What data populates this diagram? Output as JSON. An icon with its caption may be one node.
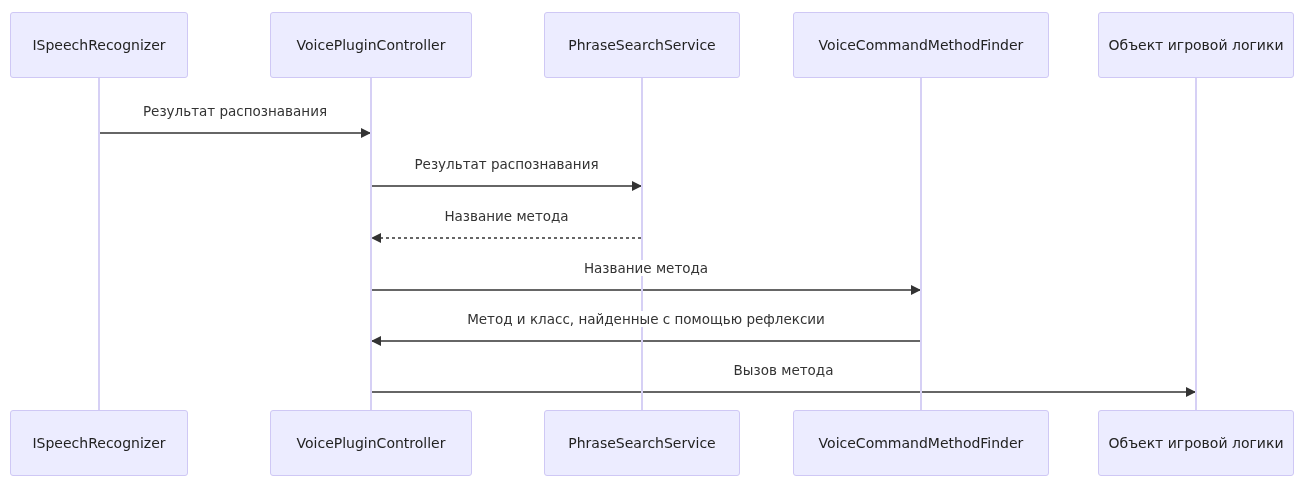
{
  "diagram": {
    "nodes": [
      {
        "text": [
          "ISpeechRecognizer"
        ]
      },
      {
        "text": [
          "VoicePluginController"
        ]
      },
      {
        "text": [
          "PhraseSearchService"
        ]
      },
      {
        "text": [
          "VoiceCommandMethodFinder"
        ]
      },
      {
        "text": [
          "Объект игровой логики"
        ]
      },
      {
        "text": [],
        "shape": "bar"
      },
      {
        "text": [],
        "shape": "bar"
      },
      {
        "text": [],
        "shape": "bar"
      },
      {
        "text": [],
        "shape": "bar"
      },
      {
        "text": [],
        "shape": "bar"
      },
      {
        "text": [
          "ISpeechRecognizer"
        ]
      },
      {
        "text": [
          "VoicePluginController"
        ]
      },
      {
        "text": [
          "PhraseSearchService"
        ]
      },
      {
        "text": [
          "VoiceCommandMethodFinder"
        ]
      },
      {
        "text": [
          "Объект игровой логики"
        ]
      }
    ],
    "edges": [
      {
        "from": 5,
        "to": 6,
        "arrow": "to",
        "label": "Результат распознавания"
      },
      {
        "from": 6,
        "to": 7,
        "arrow": "to",
        "label": "Результат распознавания"
      },
      {
        "from": 7,
        "to": 6,
        "arrow": "to",
        "label": "Название метода",
        "style": "dashed"
      },
      {
        "from": 6,
        "to": 8,
        "arrow": "to",
        "label": "Название метода"
      },
      {
        "from": 8,
        "to": 6,
        "arrow": "to",
        "label": "Метод и класс, найденные с помощью рефлексии"
      },
      {
        "from": 6,
        "to": 9,
        "arrow": "to",
        "label": "Вызов метода"
      }
    ]
  }
}
